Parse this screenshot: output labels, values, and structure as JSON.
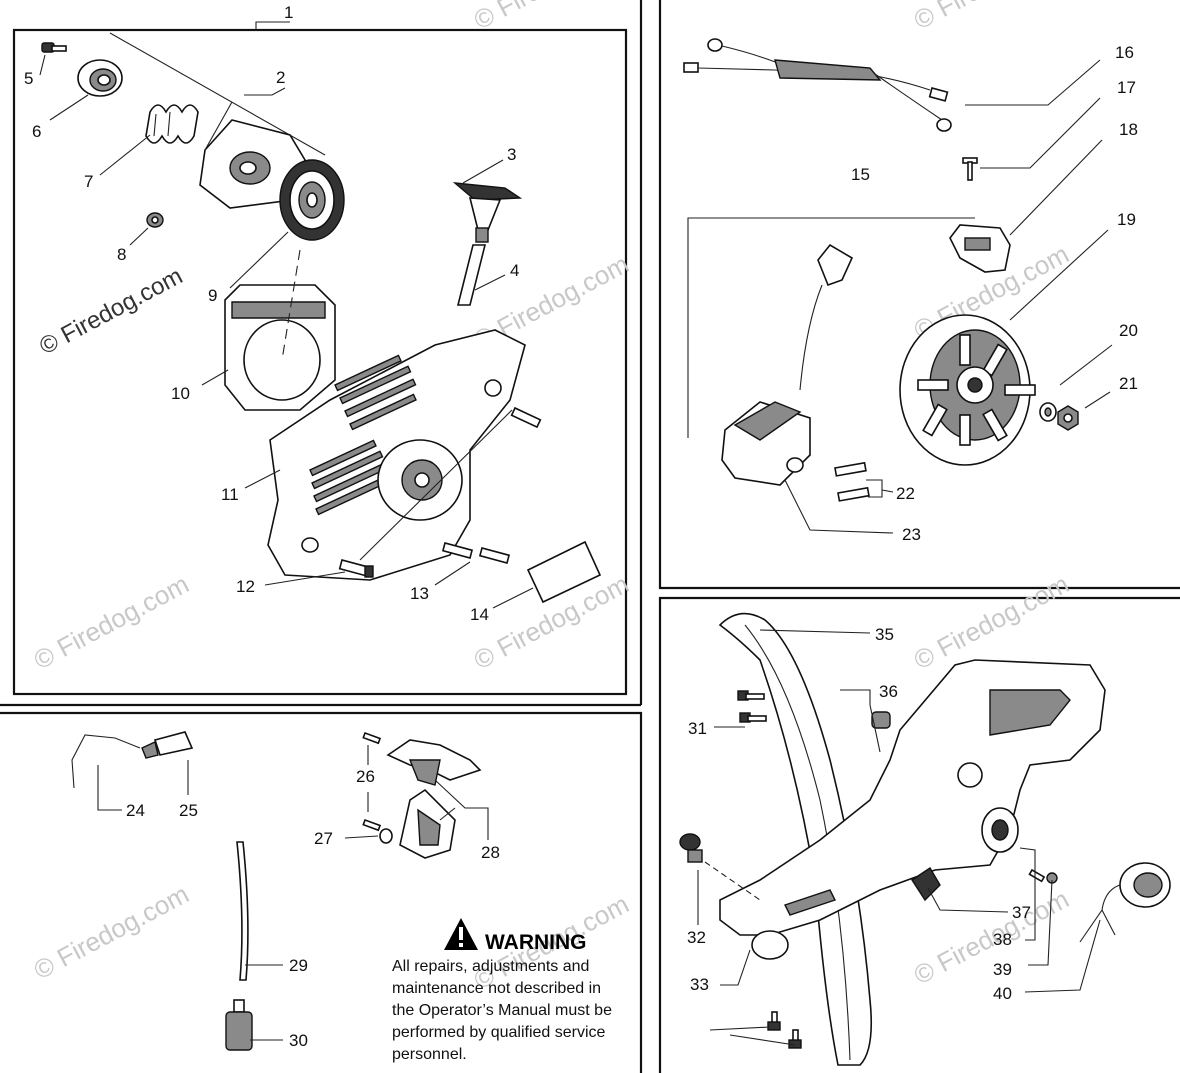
{
  "watermark": {
    "text": "© Firedog.com"
  },
  "callouts": [
    "1",
    "2",
    "3",
    "4",
    "5",
    "6",
    "7",
    "8",
    "9",
    "10",
    "11",
    "12",
    "13",
    "14",
    "15",
    "16",
    "17",
    "18",
    "19",
    "20",
    "21",
    "22",
    "23",
    "24",
    "25",
    "26",
    "27",
    "28",
    "29",
    "30",
    "31",
    "32",
    "33",
    "35",
    "36",
    "37",
    "38",
    "39",
    "40"
  ],
  "warning": {
    "title": "WARNING",
    "lines": [
      "All repairs, adjustments and",
      "maintenance not described in",
      "the Operator’s Manual must be",
      "performed by qualified service",
      "personnel."
    ]
  },
  "colors": {
    "line": "#111111",
    "watermark": "#c8c8c8",
    "background": "#ffffff"
  }
}
